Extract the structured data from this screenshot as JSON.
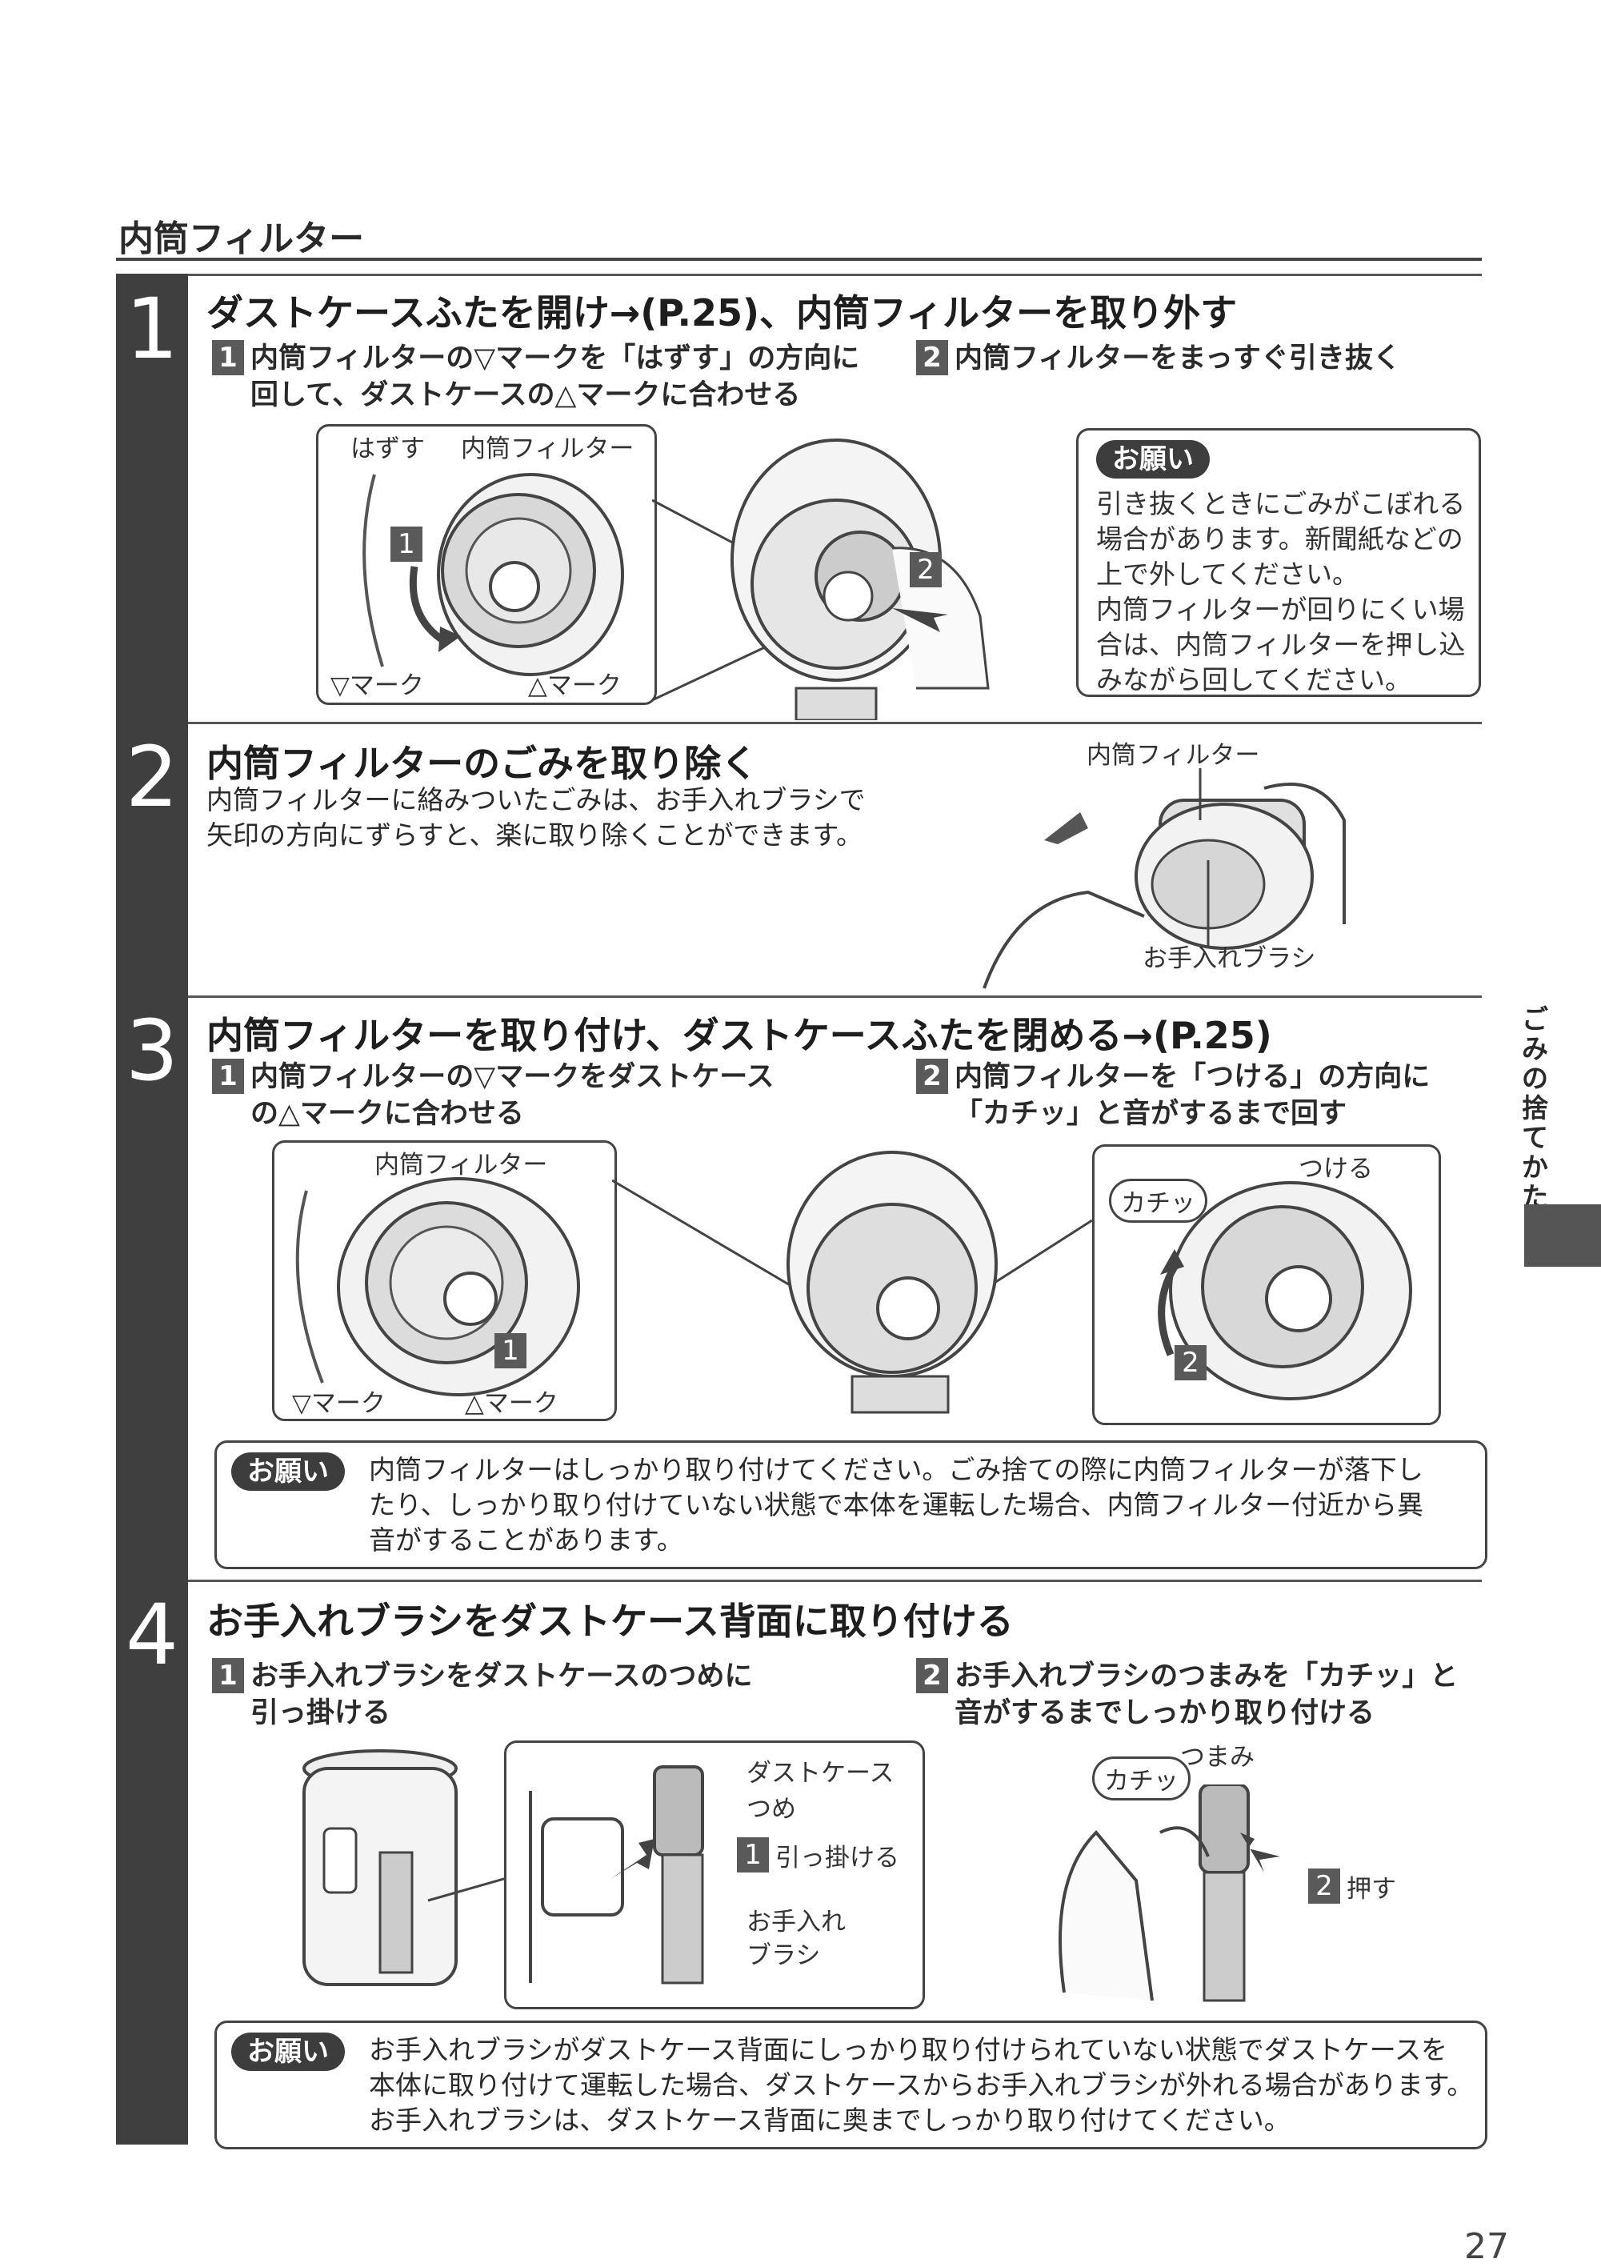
{
  "section": {
    "title": "内筒フィルター"
  },
  "steps": [
    {
      "number": "1",
      "title": "ダストケースふたを開け→(P.25)、内筒フィルターを取り外す",
      "sub1": {
        "badge": "1",
        "line1": "内筒フィルターの▽マークを「はずす」の方向に",
        "line2": "回して、ダストケースの△マークに合わせる"
      },
      "sub2": {
        "badge": "2",
        "line1": "内筒フィルターをまっすぐ引き抜く"
      },
      "figure_labels": {
        "hazusu": "はずす",
        "filter": "内筒フィルター",
        "v_mark": "▽マーク",
        "a_mark": "△マーク",
        "badge1": "1",
        "badge2": "2"
      },
      "note": {
        "label": "お願い",
        "lines": [
          "引き抜くときにごみがこぼれる",
          "場合があります。新聞紙などの",
          "上で外してください。",
          "内筒フィルターが回りにくい場",
          "合は、内筒フィルターを押し込",
          "みながら回してください。"
        ]
      }
    },
    {
      "number": "2",
      "title": "内筒フィルターのごみを取り除く",
      "body_lines": [
        "内筒フィルターに絡みついたごみは、お手入れブラシで",
        "矢印の方向にずらすと、楽に取り除くことができます。"
      ],
      "figure_labels": {
        "filter": "内筒フィルター",
        "brush": "お手入れブラシ"
      }
    },
    {
      "number": "3",
      "title": "内筒フィルターを取り付け、ダストケースふたを閉める→(P.25)",
      "sub1": {
        "badge": "1",
        "line1": "内筒フィルターの▽マークをダストケース",
        "line2": "の△マークに合わせる"
      },
      "sub2": {
        "badge": "2",
        "line1": "内筒フィルターを「つける」の方向に",
        "line2": "「カチッ」と音がするまで回す"
      },
      "figure_labels": {
        "filter": "内筒フィルター",
        "v_mark": "▽マーク",
        "a_mark": "△マーク",
        "tsukeru": "つける",
        "click": "カチッ",
        "badge1": "1",
        "badge2": "2"
      },
      "note": {
        "label": "お願い",
        "lines": [
          "内筒フィルターはしっかり取り付けてください。ごみ捨ての際に内筒フィルターが落下し",
          "たり、しっかり取り付けていない状態で本体を運転した場合、内筒フィルター付近から異",
          "音がすることがあります。"
        ]
      }
    },
    {
      "number": "4",
      "title": "お手入れブラシをダストケース背面に取り付ける",
      "sub1": {
        "badge": "1",
        "line1": "お手入れブラシをダストケースのつめに",
        "line2": "引っ掛ける"
      },
      "sub2": {
        "badge": "2",
        "line1": "お手入れブラシのつまみを「カチッ」と",
        "line2": "音がするまでしっかり取り付ける"
      },
      "figure_labels": {
        "dustcase": "ダストケース",
        "tsume": "つめ",
        "hikkakeru": "引っ掛ける",
        "brush1": "お手入れ",
        "brush2": "ブラシ",
        "tsumami": "つまみ",
        "click": "カチッ",
        "osu": "押す",
        "badge1": "1",
        "badge2": "2"
      },
      "note": {
        "label": "お願い",
        "lines": [
          "お手入れブラシがダストケース背面にしっかり取り付けられていない状態でダストケースを",
          "本体に取り付けて運転した場合、ダストケースからお手入れブラシが外れる場合があります。",
          "お手入れブラシは、ダストケース背面に奥までしっかり取り付けてください。"
        ]
      }
    }
  ],
  "side_tab": "ごみの捨てかた",
  "page_number": "27"
}
